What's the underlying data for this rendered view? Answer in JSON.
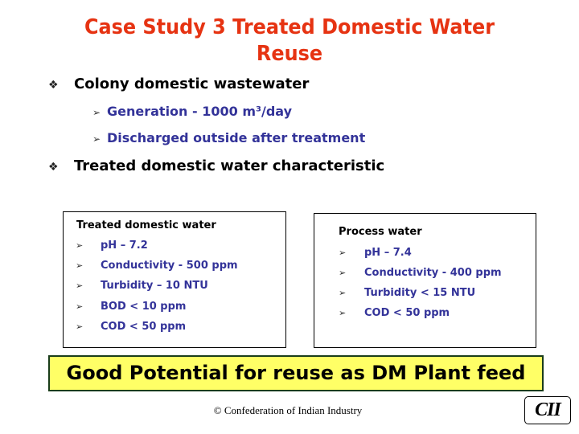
{
  "slide": {
    "title_line1": "Case Study 3 Treated Domestic Water",
    "title_line2": "Reuse",
    "title_color": "#e63312",
    "bullets": [
      {
        "icon": "diamond-bullet-icon",
        "text": "Colony domestic wastewater",
        "sub": [
          {
            "icon": "arrow-bullet-icon",
            "text": "Generation - 1000 m³/day"
          },
          {
            "icon": "arrow-bullet-icon",
            "text": "Discharged outside after treatment"
          }
        ]
      },
      {
        "icon": "diamond-bullet-icon",
        "text": "Treated domestic water characteristic"
      }
    ],
    "treated_box": {
      "heading": "Treated domestic water",
      "items": [
        "pH – 7.2",
        "Conductivity - 500 ppm",
        "Turbidity – 10 NTU",
        "BOD < 10 ppm",
        "COD < 50 ppm"
      ]
    },
    "process_box": {
      "heading": "Process water",
      "items": [
        "pH – 7.4",
        "Conductivity - 400 ppm",
        "Turbidity < 15 NTU",
        "COD < 50 ppm"
      ]
    },
    "banner": {
      "text": "Good Potential for reuse as DM Plant feed",
      "background": "#ffff66"
    },
    "footer": "© Confederation of Indian Industry",
    "logo": "CII",
    "glyphs": {
      "diamond": "❖",
      "arrow": "➢"
    }
  }
}
